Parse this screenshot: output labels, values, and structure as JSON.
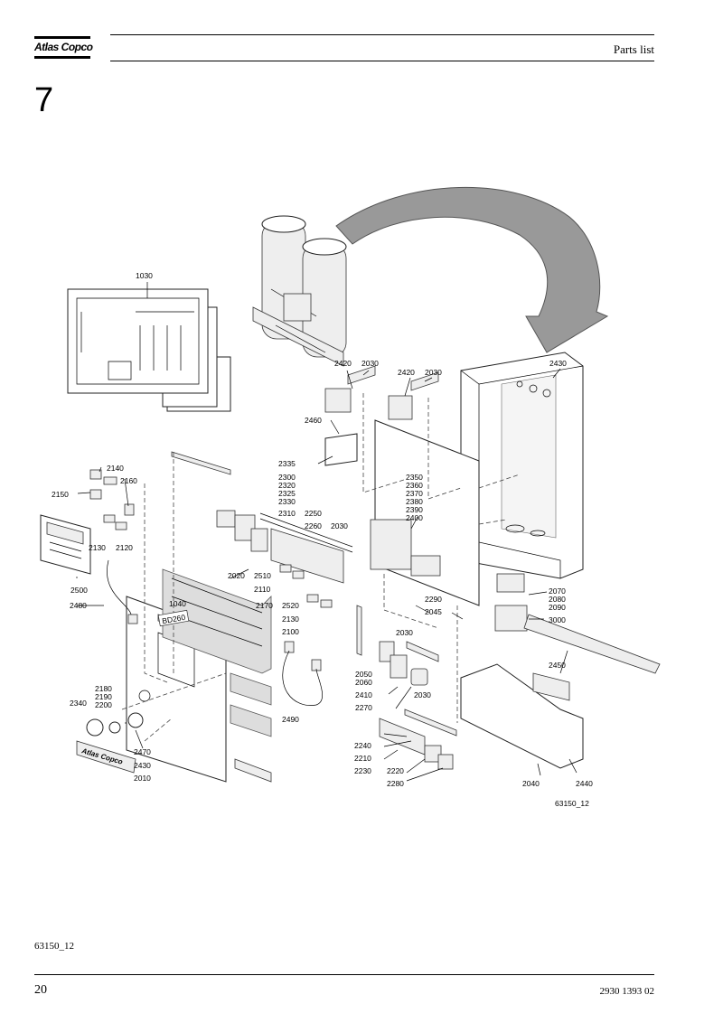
{
  "brand": {
    "logo_text": "Atlas Copco"
  },
  "header": {
    "title": "Parts list"
  },
  "section": {
    "number": "7"
  },
  "figure": {
    "image_label": "63150_12",
    "callouts": {
      "c1030": "1030",
      "c2420a": "2420",
      "c2030a": "2030",
      "c2420b": "2420",
      "c2030b": "2030",
      "c2430a": "2430",
      "c2460": "2460",
      "c2335": "2335",
      "c2300": "2300",
      "c2320": "2320",
      "c2325": "2325",
      "c2330": "2330",
      "c2350": "2350",
      "c2360": "2360",
      "c2370": "2370",
      "c2380": "2380",
      "c2390": "2390",
      "c2400": "2400",
      "c2140": "2140",
      "c2160": "2160",
      "c2150": "2150",
      "c2130a": "2130",
      "c2120": "2120",
      "c2310": "2310",
      "c2250": "2250",
      "c2260": "2260",
      "c2030c": "2030",
      "c2020": "2020",
      "c2500": "2500",
      "c2510": "2510",
      "c2110": "2110",
      "c2170": "2170",
      "c2520": "2520",
      "c2130b": "2130",
      "c2100": "2100",
      "c2290": "2290",
      "c2045": "2045",
      "c2070": "2070",
      "c2080": "2080",
      "c2090": "2090",
      "c3000": "3000",
      "c2480": "2480",
      "c1040": "1040",
      "c2030d": "2030",
      "c2050": "2050",
      "c2060": "2060",
      "c2410": "2410",
      "c2270": "2270",
      "c2030e": "2030",
      "c2450": "2450",
      "c2180": "2180",
      "c2190": "2190",
      "c2200": "2200",
      "c2340": "2340",
      "c2490": "2490",
      "c2470": "2470",
      "c2430b": "2430",
      "c2010": "2010",
      "c2240": "2240",
      "c2210": "2210",
      "c2230": "2230",
      "c2220": "2220",
      "c2280": "2280",
      "c2040": "2040",
      "c2440": "2440"
    },
    "panel_plate": "BD260",
    "plate_logo": "Atlas Copco"
  },
  "footer": {
    "figure_ref": "63150_12",
    "page_number": "20",
    "document_number": "2930 1393 02"
  }
}
